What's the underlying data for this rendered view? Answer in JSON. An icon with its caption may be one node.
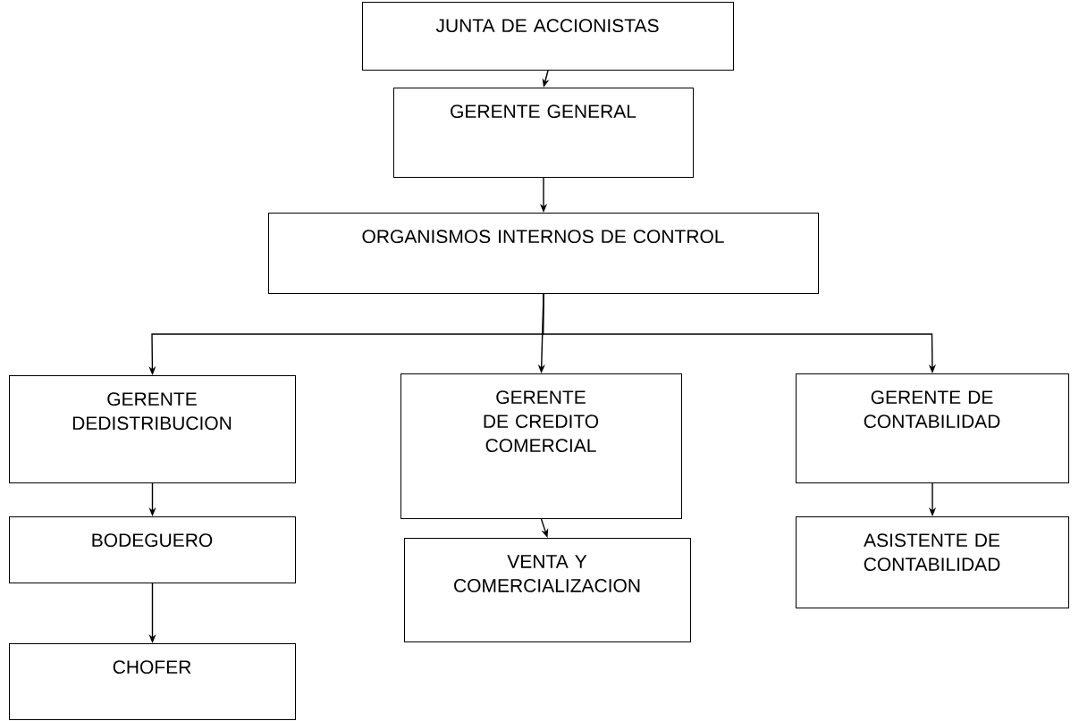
{
  "diagram": {
    "nodes": [
      {
        "text": [
          "JUNTA DE ACCIONISTAS"
        ]
      },
      {
        "text": [
          "GERENTE GENERAL"
        ]
      },
      {
        "text": [
          "ORGANISMOS INTERNOS DE CONTROL"
        ]
      },
      {
        "text": [
          "GERENTE DEDISTRIBUCION"
        ]
      },
      {
        "text": [
          "GERENTE DE CREDITO COMERCIAL"
        ]
      },
      {
        "text": [
          "GERENTE DE CONTABILIDAD"
        ]
      },
      {
        "text": [
          "BODEGUERO"
        ]
      },
      {
        "text": [
          "VENTA Y COMERCIALIZACION"
        ]
      },
      {
        "text": [
          "ASISTENTE DE CONTABILIDAD"
        ]
      },
      {
        "text": [
          "CHOFER"
        ]
      }
    ],
    "edges": [
      {
        "from": 0,
        "to": 1,
        "arrow": "to"
      },
      {
        "from": 1,
        "to": 2,
        "arrow": "to"
      },
      {
        "from": 2,
        "to": 3,
        "arrow": "to"
      },
      {
        "from": 2,
        "to": 4,
        "arrow": "to"
      },
      {
        "from": 2,
        "to": 5,
        "arrow": "to"
      },
      {
        "from": 3,
        "to": 6,
        "arrow": "to"
      },
      {
        "from": 6,
        "to": 9,
        "arrow": "to"
      },
      {
        "from": 4,
        "to": 7,
        "arrow": "to"
      },
      {
        "from": 5,
        "to": 8,
        "arrow": "to"
      }
    ]
  }
}
